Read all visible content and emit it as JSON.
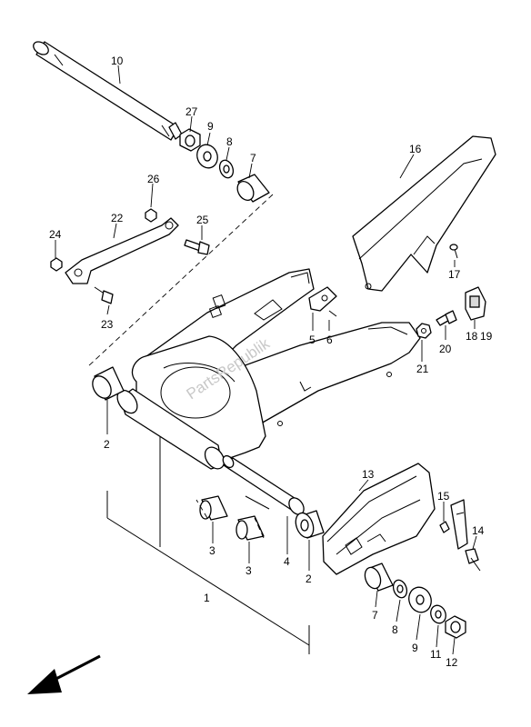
{
  "watermark": "PartsRepublik",
  "callouts": [
    "10",
    "27",
    "9",
    "8",
    "7",
    "16",
    "26",
    "22",
    "25",
    "24",
    "17",
    "23",
    "5",
    "6",
    "18",
    "19",
    "20",
    "21",
    "2",
    "13",
    "15",
    "14",
    "3",
    "3",
    "4",
    "2",
    "1",
    "7",
    "8",
    "9",
    "11",
    "12"
  ],
  "icons": {
    "direction": "front-direction-arrow-icon"
  }
}
